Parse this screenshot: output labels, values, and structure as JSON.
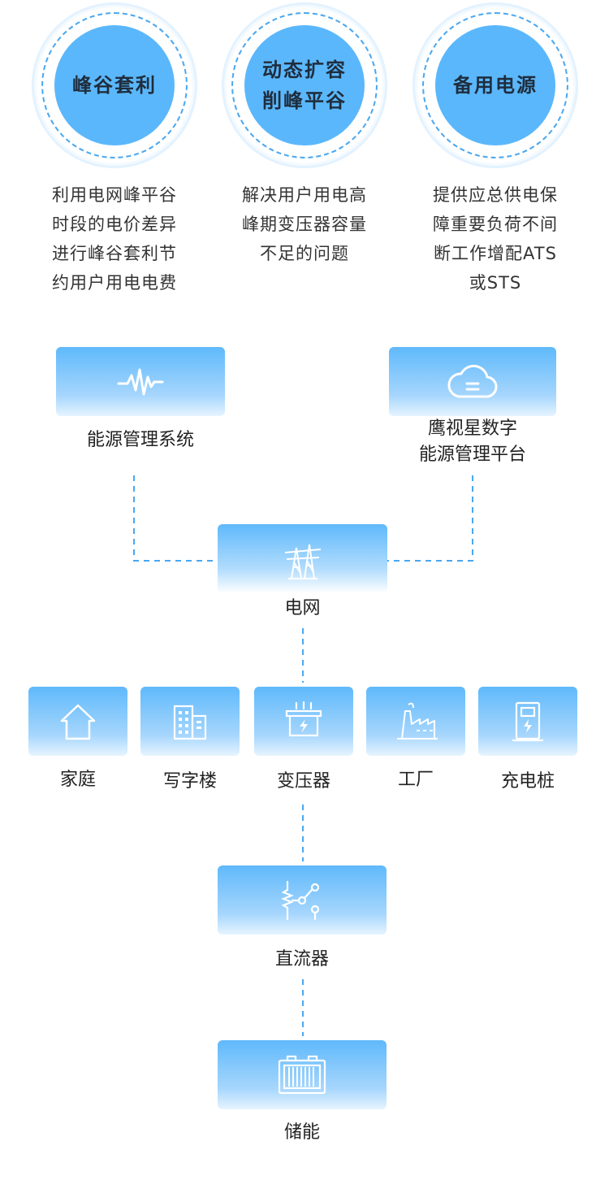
{
  "features": [
    {
      "title": [
        "峰谷套利"
      ],
      "desc": [
        "利用电网峰平谷",
        "时段的电价差异",
        "进行峰谷套利节",
        "约用户用电电费"
      ]
    },
    {
      "title": [
        "动态扩容",
        "削峰平谷"
      ],
      "desc": [
        "解决用户用电高",
        "峰期变压器容量",
        "不足的问题"
      ]
    },
    {
      "title": [
        "备用电源"
      ],
      "desc": [
        "提供应总供电保",
        "障重要负荷不间",
        "断工作增配ATS",
        "或STS"
      ]
    }
  ],
  "nodes": {
    "ems": "能源管理系统",
    "platform_line1": "鹰视星数字",
    "platform_line2": "能源管理平台",
    "grid": "电网",
    "home": "家庭",
    "office": "写字楼",
    "transformer": "变压器",
    "factory": "工厂",
    "charger": "充电桩",
    "dc": "直流器",
    "storage": "储能"
  },
  "colors": {
    "accent": "#5bb7fb",
    "connector": "#4aa7f0"
  },
  "icons": {
    "ems": "waveform-icon",
    "platform": "cloud-icon",
    "grid": "power-tower-icon",
    "home": "house-icon",
    "office": "building-icon",
    "transformer": "transformer-icon",
    "factory": "factory-icon",
    "charger": "charging-pile-icon",
    "dc": "switch-circuit-icon",
    "storage": "battery-icon"
  }
}
